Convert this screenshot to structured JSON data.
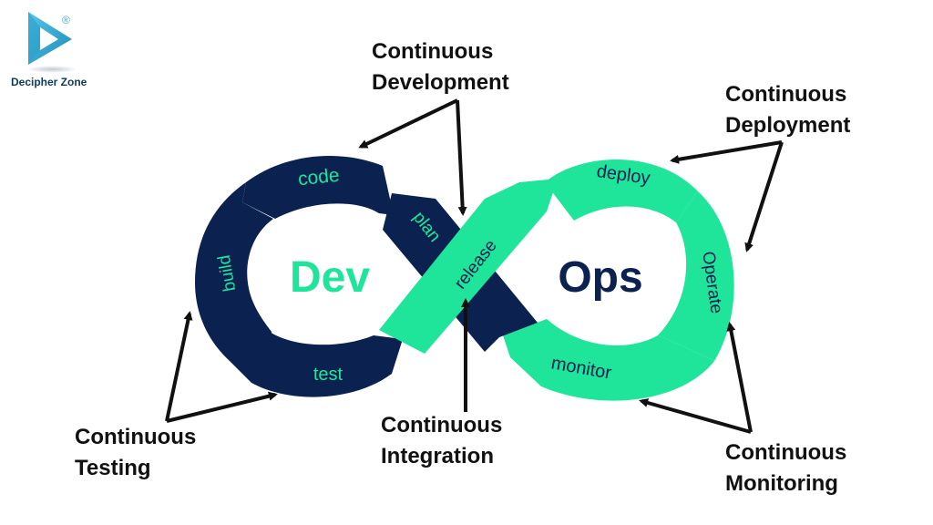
{
  "brand": {
    "name": "Decipher Zone",
    "registered_mark": "®"
  },
  "center": {
    "dev": "Dev",
    "ops": "Ops"
  },
  "stages": {
    "code": "code",
    "plan": "plan",
    "build": "build",
    "test": "test",
    "release": "release",
    "deploy": "deploy",
    "operate": "Operate",
    "monitor": "monitor"
  },
  "callouts": {
    "development": [
      "Continuous",
      "Development"
    ],
    "deployment": [
      "Continuous",
      "Deployment"
    ],
    "testing": [
      "Continuous",
      "Testing"
    ],
    "integration": [
      "Continuous",
      "Integration"
    ],
    "monitoring": [
      "Continuous",
      "Monitoring"
    ]
  },
  "colors": {
    "dev_navy": "#0b2150",
    "ops_green": "#1ee59a",
    "dev_text": "#1ee59a",
    "ops_text": "#0b2150",
    "stage_text_on_navy": "#1ee59a",
    "stage_text_on_green": "#0b2150",
    "arrow": "#111111",
    "brand": "#3bb3d6"
  }
}
